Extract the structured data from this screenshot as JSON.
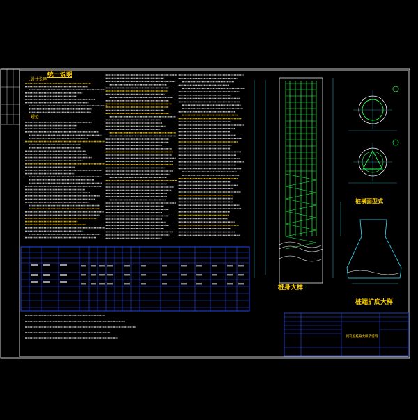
{
  "drawing": {
    "general_notes_title": "统一说明",
    "section_heads": [
      "一.设计说明",
      "二.规范"
    ],
    "pile_elevation_title": "桩身大样",
    "pile_section_title": "桩横面型式",
    "pile_bell_title": "桩端扩底大样",
    "titleblock_name": "挖孔桩桩身大样及说明"
  },
  "colors": {
    "background": "#000000",
    "frame": "#ffffff",
    "title_yellow": "#ffd200",
    "rebar_green": "#22ff44",
    "table_blue": "#2a4cff",
    "dim_cyan": "#38e0ff"
  }
}
